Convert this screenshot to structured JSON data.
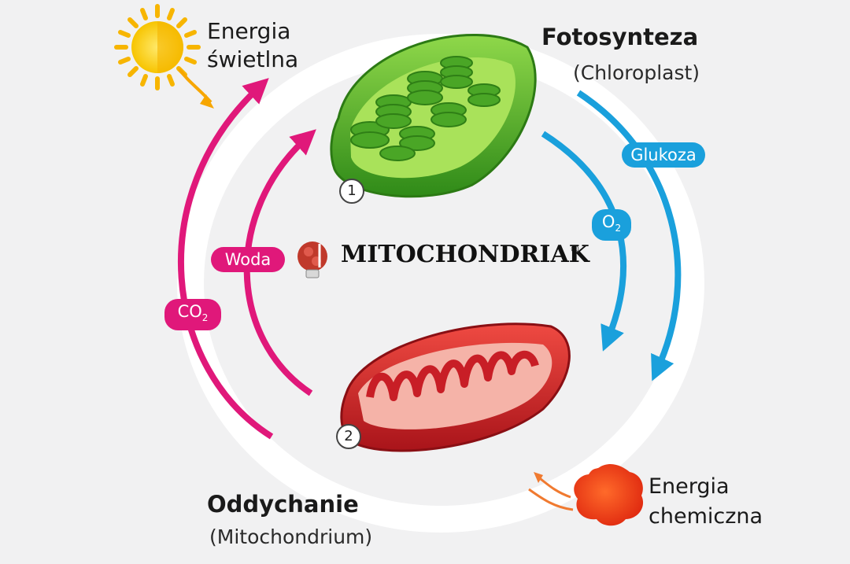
{
  "labels": {
    "energy_light_line1": "Energia",
    "energy_light_line2": "świetlna",
    "photosynthesis_title": "Fotosynteza",
    "photosynthesis_sub": "(Chloroplast)",
    "respiration_title": "Oddychanie",
    "respiration_sub": "(Mitochondrium)",
    "energy_chem_line1": "Energia",
    "energy_chem_line2": "chemiczna"
  },
  "flows": {
    "woda": "Woda",
    "co2_main": "CO",
    "co2_sub": "2",
    "glukoza": "Glukoza",
    "o2_main": "O",
    "o2_sub": "2"
  },
  "markers": {
    "one": "1",
    "two": "2"
  },
  "brand": {
    "name": "MITOCHONDRIAK",
    "registered": "®"
  },
  "colors": {
    "magenta": "#e0187a",
    "blue": "#1aa0dc",
    "chloroplast_green": "#4fae2a",
    "mitochondrion_red": "#d9242b",
    "sun_yellow": "#ffd21a",
    "chem_energy": "#f0401a"
  }
}
